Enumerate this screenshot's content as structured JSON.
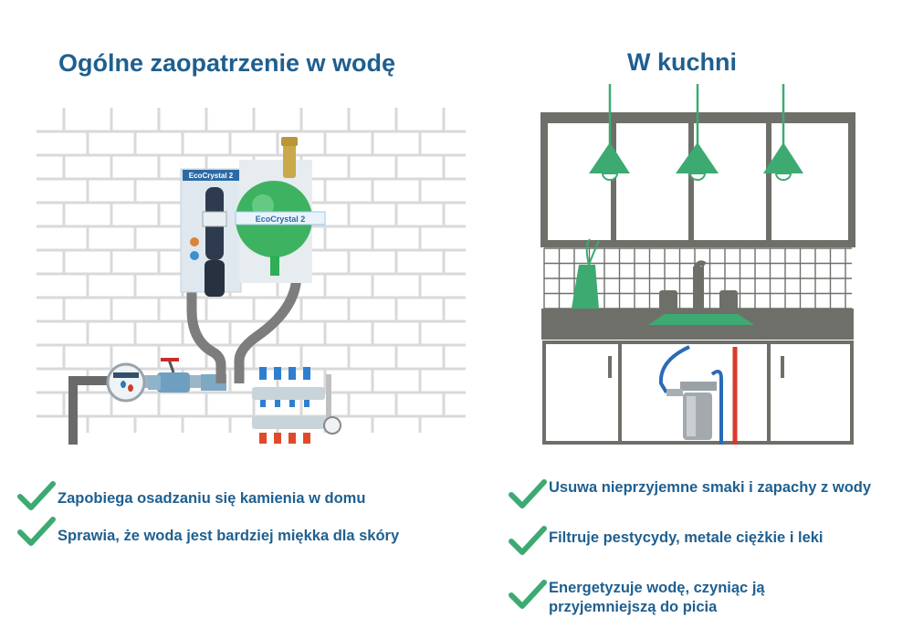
{
  "left": {
    "title": "Ogólne zaopatrzenie w wodę",
    "device_labels": {
      "main_unit": "EcoCrystal 2",
      "sphere": "EcoCrystal 2"
    },
    "benefits": [
      "Zapobiega osadzaniu się kamienia w domu",
      "Sprawia, że woda jest bardziej miękka dla skóry"
    ]
  },
  "right": {
    "title": "W kuchni",
    "benefits": [
      "Usuwa nieprzyjemne smaki i zapachy z wody",
      "Filtruje pestycydy, metale ciężkie i leki",
      "Energetyzuje wodę, czyniąc ją przyjemniejszą do picia"
    ]
  },
  "colors": {
    "title": "#1f5f8f",
    "check": "#3daa72",
    "kitchen_gray": "#6f6f6a",
    "kitchen_green": "#3daa72",
    "brick_line": "#d9d9d9",
    "pipe_gray": "#6a6a6a"
  },
  "icons": [
    "check-icon",
    "lamp-icon",
    "faucet-icon",
    "filter-icon",
    "water-meter-icon",
    "valve-icon"
  ]
}
